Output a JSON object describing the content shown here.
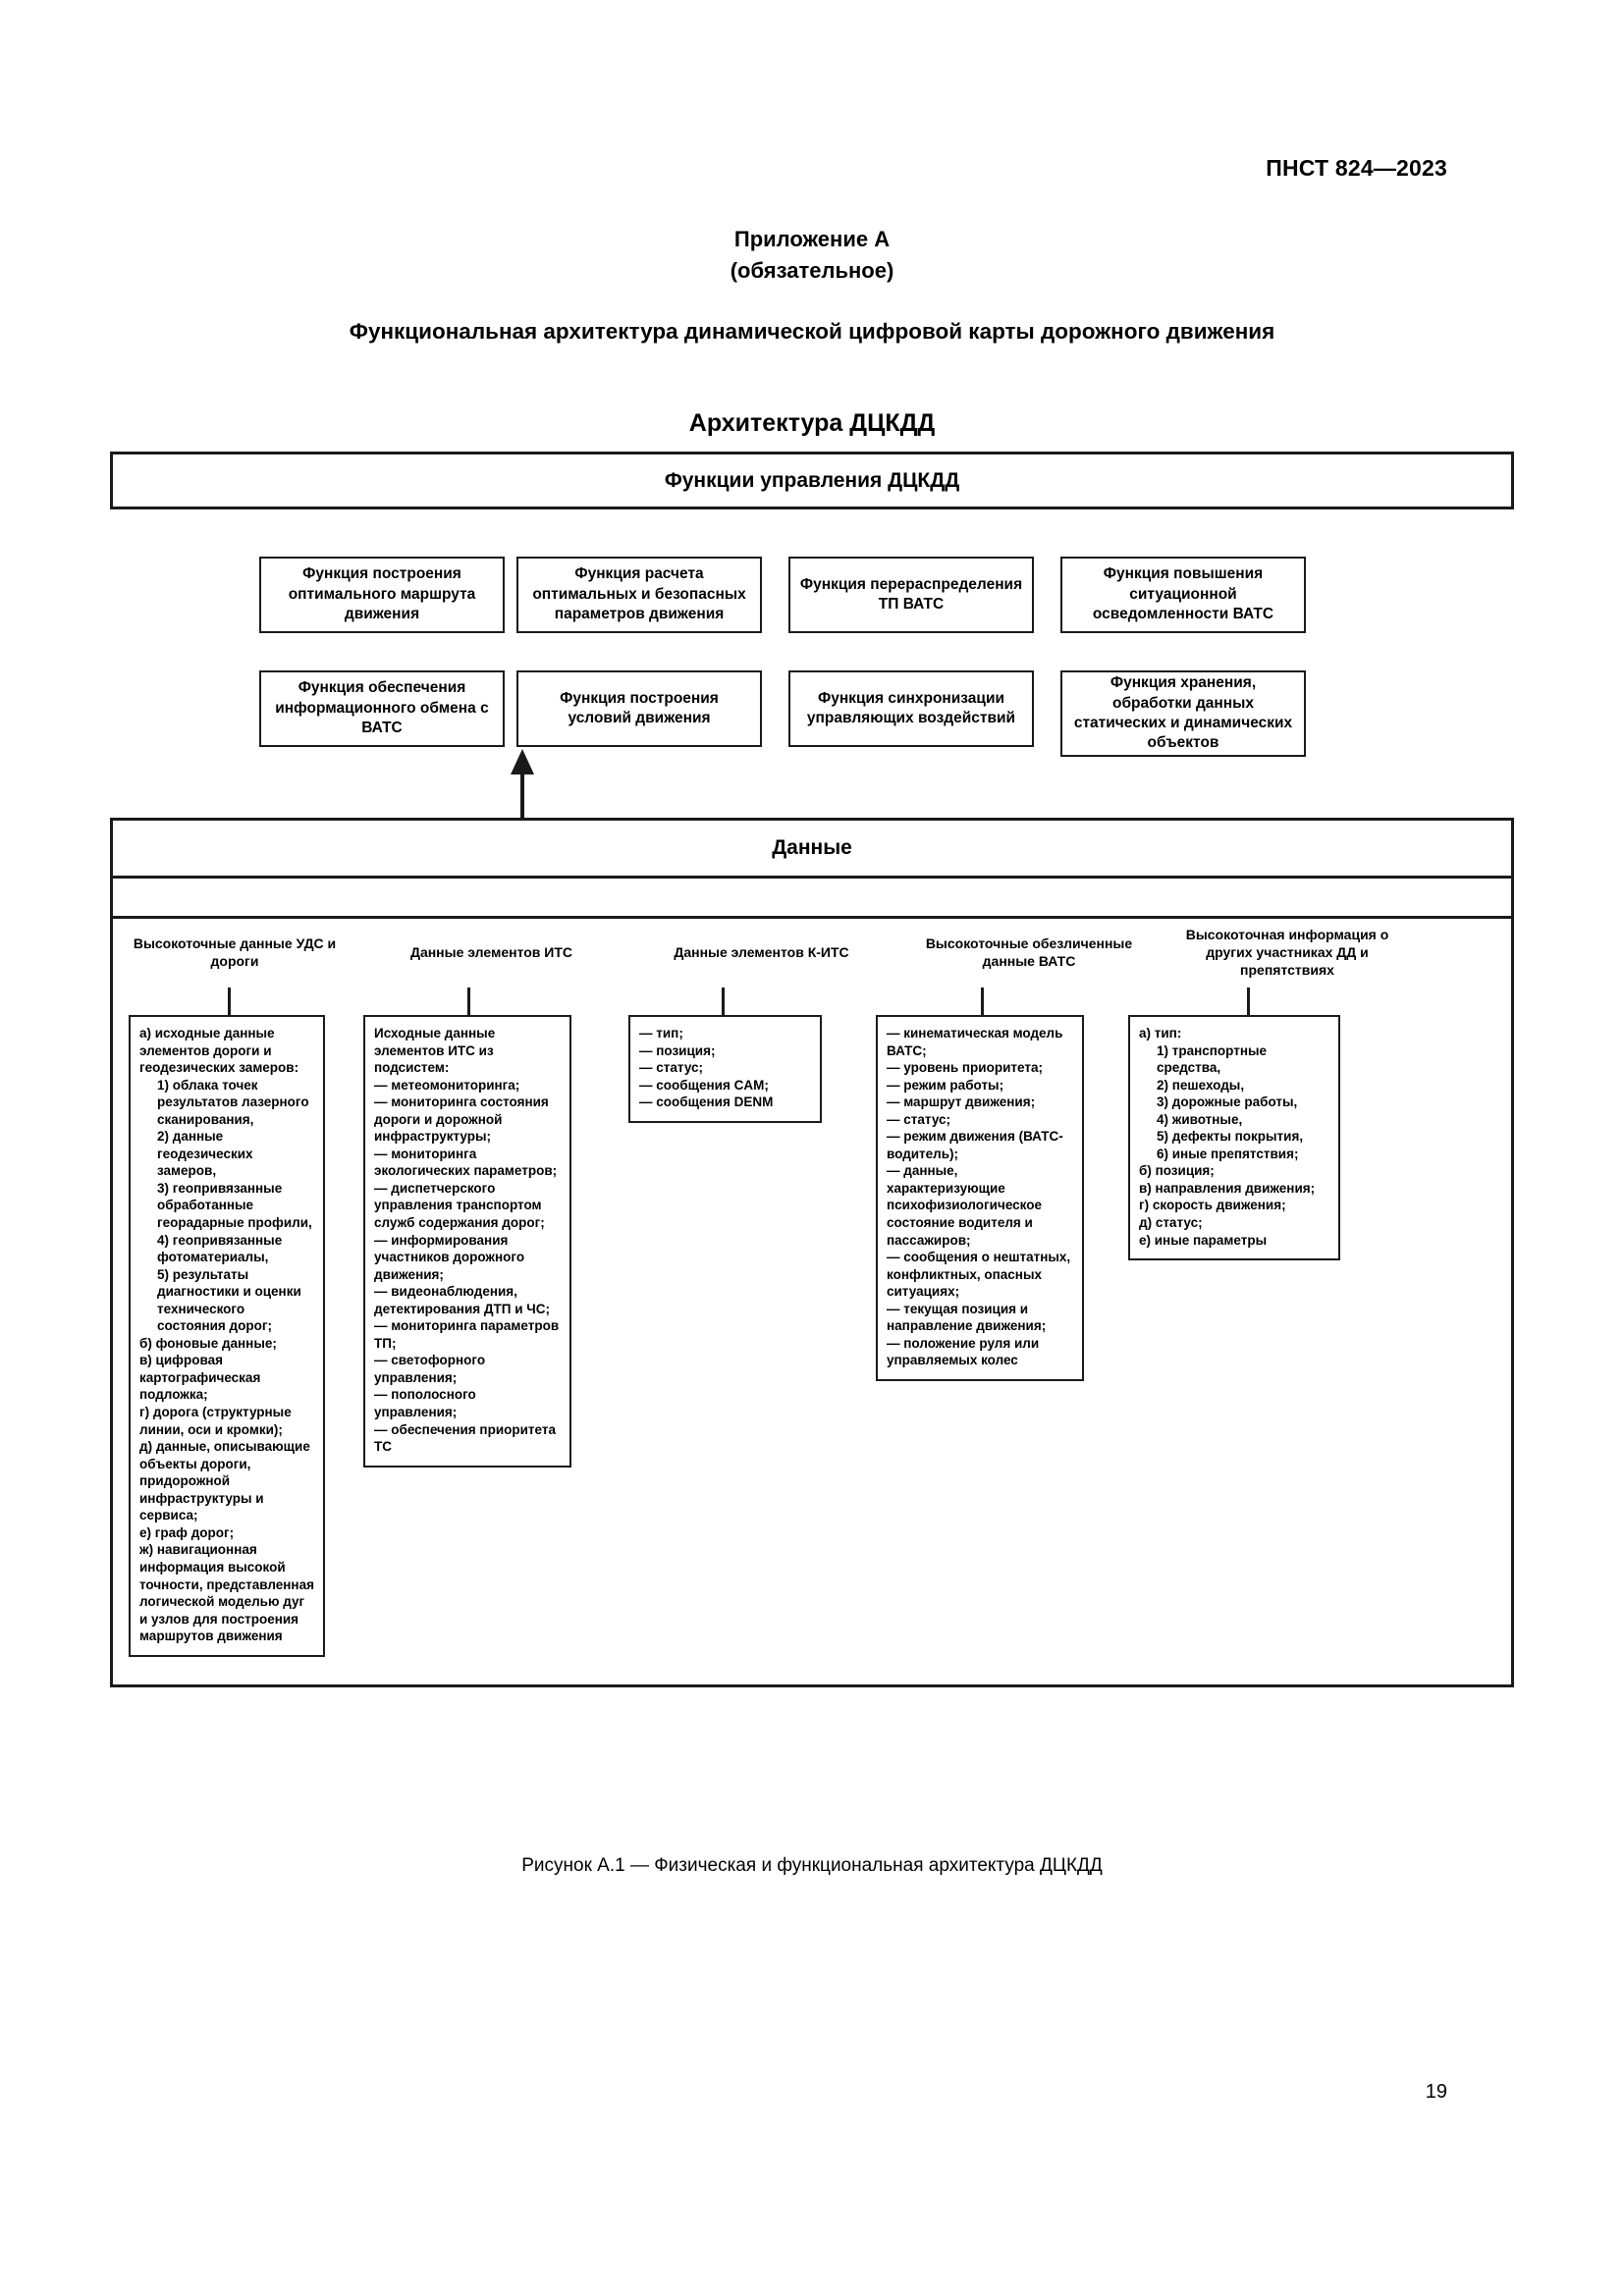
{
  "document": {
    "standard_id": "ПНСТ 824—2023",
    "page_number": "19",
    "annex_label": "Приложение А",
    "annex_kind": "(обязательное)",
    "annex_title": "Функциональная архитектура динамической цифровой карты дорожного движения",
    "figure_title": "Архитектура ДЦКДД",
    "figure_caption": "Рисунок А.1 — Физическая и функциональная архитектура ДЦКДД"
  },
  "diagram": {
    "management_bar": "Функции управления ДЦКДД",
    "functions_row1": [
      "Функция построения оптимального маршрута движения",
      "Функция расчета оптимальных и безопасных параметров движения",
      "Функция перераспределения ТП ВАТС",
      "Функция повышения ситуационной осведомленности ВАТС"
    ],
    "functions_row2": [
      "Функция обеспечения информационного обмена с ВАТС",
      "Функция построения условий движения",
      "Функция синхронизации управляющих воздействий",
      "Функция хранения, обработки данных статических и динамических объектов"
    ],
    "data_title": "Данные",
    "columns": [
      {
        "header": "Высокоточные данные УДС и дороги",
        "lines": [
          {
            "text": "а) исходные данные элементов дороги и геодезических замеров:",
            "indent": false
          },
          {
            "text": "1) облака точек результатов лазерного сканирования,",
            "indent": true
          },
          {
            "text": "2) данные геодезических замеров,",
            "indent": true
          },
          {
            "text": "3) геопривязанные обработанные георадарные профили,",
            "indent": true
          },
          {
            "text": "4) геопривязанные фотоматериалы,",
            "indent": true
          },
          {
            "text": "5) результаты диагностики и оценки технического состояния дорог;",
            "indent": true
          },
          {
            "text": "б) фоновые данные;",
            "indent": false
          },
          {
            "text": "в) цифровая картографическая подложка;",
            "indent": false
          },
          {
            "text": "г) дорога (структурные линии, оси и кромки);",
            "indent": false
          },
          {
            "text": "д) данные, описывающие объекты дороги, придорожной инфраструктуры и сервиса;",
            "indent": false
          },
          {
            "text": "е) граф дорог;",
            "indent": false
          },
          {
            "text": "ж) навигационная информация высокой точности, представленная логической моделью дуг и узлов для построения маршрутов движения",
            "indent": false
          }
        ]
      },
      {
        "header": "Данные элементов ИТС",
        "lines": [
          {
            "text": "Исходные данные элементов ИТС из подсистем:",
            "indent": false
          },
          {
            "text": "— метеомониторинга;",
            "indent": false
          },
          {
            "text": "— мониторинга состояния дороги и дорожной инфраструктуры;",
            "indent": false
          },
          {
            "text": "— мониторинга экологических параметров;",
            "indent": false
          },
          {
            "text": "— диспетчерского управления транспортом служб содержания дорог;",
            "indent": false
          },
          {
            "text": "— информирования участников дорожного движения;",
            "indent": false
          },
          {
            "text": "— видеонаблюдения, детектирования ДТП и ЧС;",
            "indent": false
          },
          {
            "text": "— мониторинга параметров ТП;",
            "indent": false
          },
          {
            "text": "— светофорного управления;",
            "indent": false
          },
          {
            "text": "— пополосного управления;",
            "indent": false
          },
          {
            "text": "— обеспечения приоритета ТС",
            "indent": false
          }
        ]
      },
      {
        "header": "Данные элементов К-ИТС",
        "lines": [
          {
            "text": "— тип;",
            "indent": false
          },
          {
            "text": "— позиция;",
            "indent": false
          },
          {
            "text": "— статус;",
            "indent": false
          },
          {
            "text": "— сообщения CAM;",
            "indent": false
          },
          {
            "text": "— сообщения DENM",
            "indent": false
          }
        ]
      },
      {
        "header": "Высокоточные обезличенные данные ВАТС",
        "lines": [
          {
            "text": "— кинематическая модель ВАТС;",
            "indent": false
          },
          {
            "text": "— уровень приоритета;",
            "indent": false
          },
          {
            "text": "— режим работы;",
            "indent": false
          },
          {
            "text": "— маршрут движения;",
            "indent": false
          },
          {
            "text": "— статус;",
            "indent": false
          },
          {
            "text": "— режим движения (ВАТС-водитель);",
            "indent": false
          },
          {
            "text": "— данные, характеризующие психофизиологическое состояние водителя и пассажиров;",
            "indent": false
          },
          {
            "text": "— сообщения о нештатных, конфликтных, опасных ситуациях;",
            "indent": false
          },
          {
            "text": "— текущая позиция и направление движения;",
            "indent": false
          },
          {
            "text": "— положение руля или управляемых колес",
            "indent": false
          }
        ]
      },
      {
        "header": "Высокоточная информация о других участниках ДД и препятствиях",
        "lines": [
          {
            "text": "а) тип:",
            "indent": false
          },
          {
            "text": "1) транспортные средства,",
            "indent": true
          },
          {
            "text": "2) пешеходы,",
            "indent": true
          },
          {
            "text": "3) дорожные работы,",
            "indent": true
          },
          {
            "text": "4) животные,",
            "indent": true
          },
          {
            "text": "5) дефекты покрытия,",
            "indent": true
          },
          {
            "text": "6) иные препятствия;",
            "indent": true
          },
          {
            "text": "б) позиция;",
            "indent": false
          },
          {
            "text": "в) направления движения;",
            "indent": false
          },
          {
            "text": "г) скорость движения;",
            "indent": false
          },
          {
            "text": "д) статус;",
            "indent": false
          },
          {
            "text": "е) иные параметры",
            "indent": false
          }
        ]
      }
    ]
  },
  "colors": {
    "ink": "#1a1a1a",
    "paper": "#ffffff"
  }
}
